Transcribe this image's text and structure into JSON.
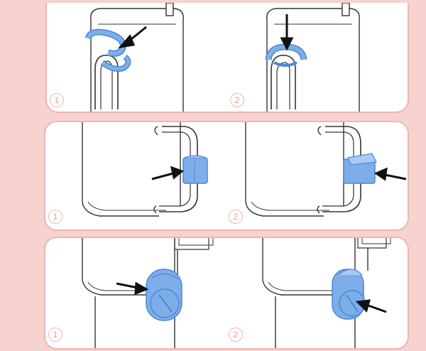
{
  "steps": [
    {
      "labels": [
        "1",
        "2"
      ]
    },
    {
      "labels": [
        "1",
        "2"
      ]
    },
    {
      "labels": [
        "1",
        "2"
      ]
    }
  ],
  "colors": {
    "background": "#f6d3cf",
    "panel_border": "#efb6b0",
    "number": "#e99a93",
    "part": "#7eaee9",
    "part_dark": "#4d86d4",
    "line": "#333333"
  }
}
